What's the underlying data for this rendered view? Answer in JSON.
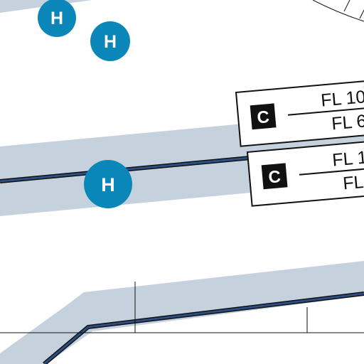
{
  "map": {
    "colors": {
      "background": "#ffffff",
      "corridor_fill": "#c5d2de",
      "route_line": "#1f3f6e",
      "route_outline": "#111111",
      "heliport": "#0a87b8",
      "heliport_text": "#ffffff",
      "label_box_border": "#111111",
      "class_badge": "#111111",
      "class_badge_text": "#ffffff",
      "grid_line": "#111111"
    },
    "heliports": [
      {
        "name": "heliport-1",
        "letter": "H"
      },
      {
        "name": "heliport-2",
        "letter": "H"
      },
      {
        "name": "heliport-3",
        "letter": "H"
      }
    ],
    "airspace_labels": [
      {
        "class_letter": "C",
        "upper": "FL 10",
        "lower": "FL 6"
      },
      {
        "class_letter": "C",
        "upper": "FL 1",
        "lower": "FL"
      }
    ]
  }
}
